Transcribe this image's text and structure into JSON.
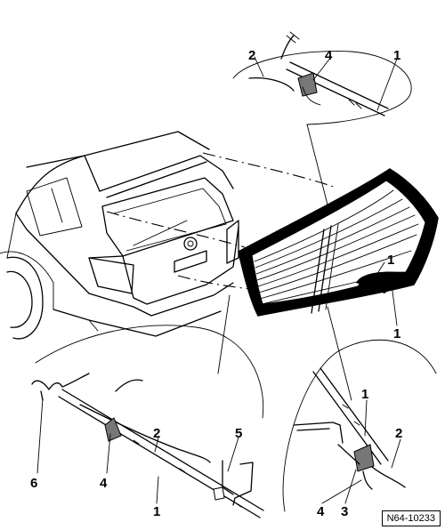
{
  "reference_code": "N64-10233",
  "callouts": {
    "top_2": "2",
    "top_4": "4",
    "top_1": "1",
    "right_1_upper": "1",
    "right_1_lower": "1",
    "bl_6": "6",
    "bl_4": "4",
    "bl_2": "2",
    "bl_5": "5",
    "bl_1": "1",
    "br_1": "1",
    "br_2": "2",
    "br_4": "4",
    "br_3": "3"
  }
}
